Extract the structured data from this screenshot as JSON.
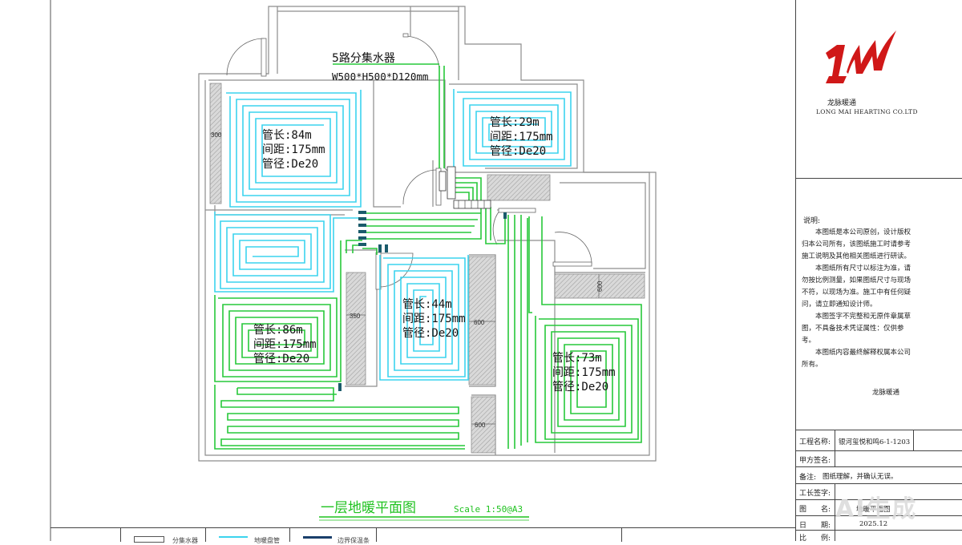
{
  "drawing": {
    "title": "一层地暖平面图",
    "scale": "Scale 1:50@A3",
    "manifold_title": "5路分集水器",
    "manifold_size": "W500*H500*D120mm",
    "loops": [
      {
        "length": "管长:84m",
        "spacing": "间距:175mm",
        "diameter": "管径:De20"
      },
      {
        "length": "管长:29m",
        "spacing": "间距:175mm",
        "diameter": "管径:De20"
      },
      {
        "length": "管长:44m",
        "spacing": "间距:175mm",
        "diameter": "管径:De20"
      },
      {
        "length": "管长:86m",
        "spacing": "间距:175mm",
        "diameter": "管径:De20"
      },
      {
        "length": "管长:73m",
        "spacing": "间距:175mm",
        "diameter": "管径:De20"
      }
    ],
    "dims": [
      "300",
      "350",
      "600",
      "600",
      "600"
    ],
    "colors": {
      "pipe_cyan": "#3cd4ee",
      "pipe_green": "#27c83a",
      "wall": "#999999",
      "title_green": "#1fc21f"
    }
  },
  "titleblock": {
    "company_cn": "龙脉暖通",
    "company_en": "LONG MAI HEARTING CO.LTD",
    "notes_title": "说明:",
    "notes": [
      "本图纸是本公司原创，设计版权归本公司所有，该图纸施工时请参考施工说明及其他相关图纸进行研读。",
      "本图纸所有尺寸以标注为准，请勿按比例测量，如果图纸尺寸与现场不符，以现场为准。施工中有任何疑问，请立即通知设计师。",
      "本图签字不完整和无原件章属草图，不具备技术凭证属性：仅供参考。",
      "本图纸内容最终解释权属本公司所有。"
    ],
    "signature": "龙脉暖通",
    "project_label": "工程名称:",
    "project_value": "银河玺悦和鸣6-1-1203",
    "client_label": "甲方签名:",
    "remark_label": "备注:",
    "remark_value": "图纸理解，并确认无误。",
    "foreman_label": "工长签字:",
    "drawing_name_label": "图　　名:",
    "drawing_name_value": "地暖平面图",
    "date_label": "日　　期:",
    "date_value": "2025.12",
    "ratio_label": "比　　例:"
  },
  "legend": [
    "分集水器",
    "地暖盘管",
    "边界保温条"
  ],
  "watermark": "AI生成"
}
